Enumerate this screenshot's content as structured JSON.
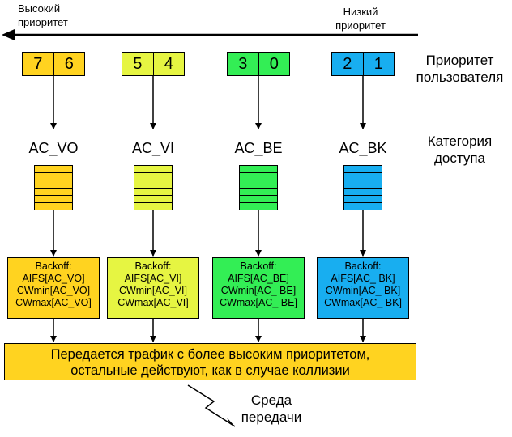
{
  "header": {
    "high_priority": "Высокий\nприоритет",
    "low_priority": "Низкий\nприоритет",
    "user_priority_label": "Приоритет\nпользователя",
    "access_category_label": "Категория\nдоступа"
  },
  "categories": [
    {
      "priorities": [
        "7",
        "6"
      ],
      "name": "AC_VO",
      "color": "#FFD320",
      "backoff_lines": [
        "Backoff:",
        "AIFS[AC_VO]",
        "CWmin[AC_VO]",
        "CWmax[AC_VO]"
      ]
    },
    {
      "priorities": [
        "5",
        "4"
      ],
      "name": "AC_VI",
      "color": "#E6F542",
      "backoff_lines": [
        "Backoff:",
        "AIFS[AC_VI]",
        "CWmin[AC_VI]",
        "CWmax[AC_VI]"
      ]
    },
    {
      "priorities": [
        "3",
        "0"
      ],
      "name": "AC_BE",
      "color": "#33EE55",
      "backoff_lines": [
        "Backoff:",
        "AIFS[AC_BE]",
        "CWmin[AC_ BE]",
        "CWmax[AC_ BE]"
      ]
    },
    {
      "priorities": [
        "2",
        "1"
      ],
      "name": "AC_BK",
      "color": "#18AEF0",
      "backoff_lines": [
        "Backoff:",
        "AIFS[AC_ BK]",
        "CWmin[AC_ BK]",
        "CWmax[AC_ BK]"
      ]
    }
  ],
  "banner": {
    "text_line1": "Передается трафик с более высоким приоритетом,",
    "text_line2": "остальные действуют, как в случае коллизии",
    "color": "#FFD320"
  },
  "medium": {
    "label": "Среда\nпередачи"
  }
}
